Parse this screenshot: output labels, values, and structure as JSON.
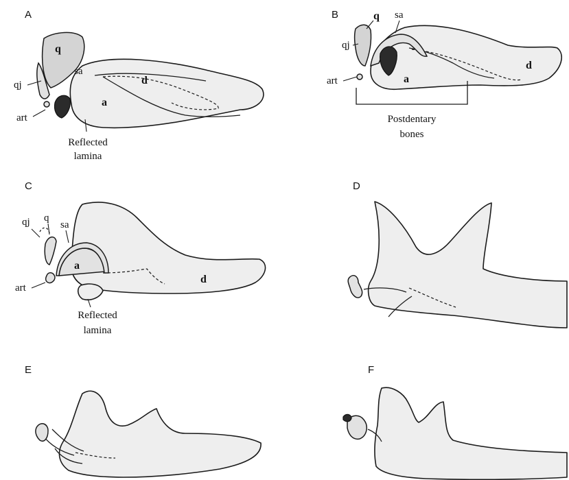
{
  "panels": {
    "A": {
      "letter": "A",
      "labels": {
        "q": "q",
        "qj": "qj",
        "sa": "sa",
        "d": "d",
        "a": "a",
        "art": "art"
      },
      "caption": [
        "Reflected",
        "lamina"
      ]
    },
    "B": {
      "letter": "B",
      "labels": {
        "q": "q",
        "qj": "qj",
        "sa": "sa",
        "d": "d",
        "a": "a",
        "art": "art"
      },
      "bracket_caption": [
        "Postdentary",
        "bones"
      ]
    },
    "C": {
      "letter": "C",
      "labels": {
        "q": "q",
        "qj": "qj",
        "sa": "sa",
        "d": "d",
        "a": "a",
        "art": "art"
      },
      "caption": [
        "Reflected",
        "lamina"
      ]
    },
    "D": {
      "letter": "D"
    },
    "E": {
      "letter": "E"
    },
    "F": {
      "letter": "F"
    }
  }
}
